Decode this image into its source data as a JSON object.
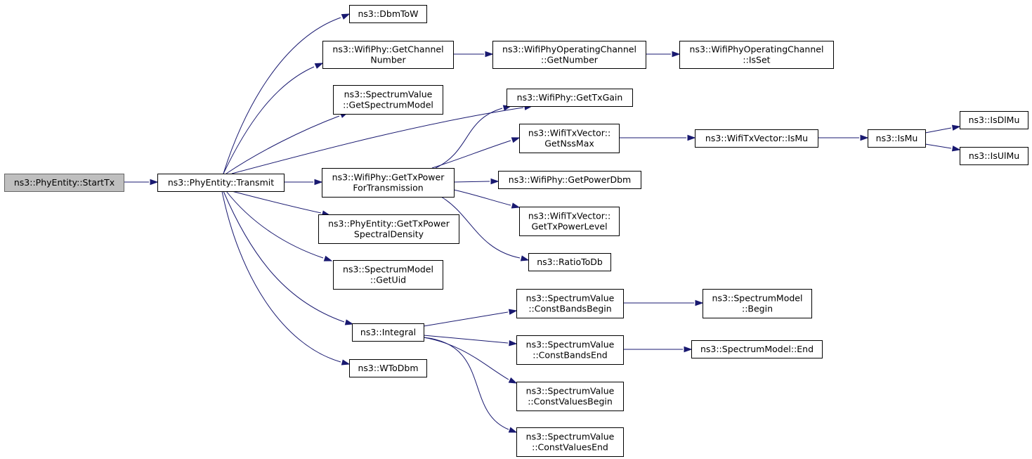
{
  "graph": {
    "title": "",
    "colors": {
      "edge": "#191970",
      "root_fill": "#bfbfbf",
      "node_fill": "#ffffff",
      "border": "#000000"
    },
    "nodes": [
      {
        "id": "starttx",
        "lines": [
          "ns3::PhyEntity::StartTx"
        ],
        "root": true
      },
      {
        "id": "transmit",
        "lines": [
          "ns3::PhyEntity::Transmit"
        ]
      },
      {
        "id": "dbmtow",
        "lines": [
          "ns3::DbmToW"
        ]
      },
      {
        "id": "getchannelnumber",
        "lines": [
          "ns3::WifiPhy::GetChannel",
          "Number"
        ]
      },
      {
        "id": "getnumber",
        "lines": [
          "ns3::WifiPhyOperatingChannel",
          "::GetNumber"
        ]
      },
      {
        "id": "isset",
        "lines": [
          "ns3::WifiPhyOperatingChannel",
          "::IsSet"
        ]
      },
      {
        "id": "getspectrummodel",
        "lines": [
          "ns3::SpectrumValue",
          "::GetSpectrumModel"
        ]
      },
      {
        "id": "gettxgain",
        "lines": [
          "ns3::WifiPhy::GetTxGain"
        ]
      },
      {
        "id": "getnssmax",
        "lines": [
          "ns3::WifiTxVector::",
          "GetNssMax"
        ]
      },
      {
        "id": "txvismu",
        "lines": [
          "ns3::WifiTxVector::IsMu"
        ]
      },
      {
        "id": "ismu",
        "lines": [
          "ns3::IsMu"
        ]
      },
      {
        "id": "isdlmu",
        "lines": [
          "ns3::IsDlMu"
        ]
      },
      {
        "id": "isulmu",
        "lines": [
          "ns3::IsUlMu"
        ]
      },
      {
        "id": "gettxpowerfortx",
        "lines": [
          "ns3::WifiPhy::GetTxPower",
          "ForTransmission"
        ]
      },
      {
        "id": "getpowerdbm",
        "lines": [
          "ns3::WifiPhy::GetPowerDbm"
        ]
      },
      {
        "id": "gettxpowerlevel",
        "lines": [
          "ns3::WifiTxVector::",
          "GetTxPowerLevel"
        ]
      },
      {
        "id": "ratiotodb",
        "lines": [
          "ns3::RatioToDb"
        ]
      },
      {
        "id": "gettxpowersd",
        "lines": [
          "ns3::PhyEntity::GetTxPower",
          "SpectralDensity"
        ]
      },
      {
        "id": "getuid",
        "lines": [
          "ns3::SpectrumModel",
          "::GetUid"
        ]
      },
      {
        "id": "integral",
        "lines": [
          "ns3::Integral"
        ]
      },
      {
        "id": "constbandsbegin",
        "lines": [
          "ns3::SpectrumValue",
          "::ConstBandsBegin"
        ]
      },
      {
        "id": "smbegin",
        "lines": [
          "ns3::SpectrumModel",
          "::Begin"
        ]
      },
      {
        "id": "constbandsend",
        "lines": [
          "ns3::SpectrumValue",
          "::ConstBandsEnd"
        ]
      },
      {
        "id": "smend",
        "lines": [
          "ns3::SpectrumModel::End"
        ]
      },
      {
        "id": "constvaluesbegin",
        "lines": [
          "ns3::SpectrumValue",
          "::ConstValuesBegin"
        ]
      },
      {
        "id": "constvaluesend",
        "lines": [
          "ns3::SpectrumValue",
          "::ConstValuesEnd"
        ]
      },
      {
        "id": "wtodbm",
        "lines": [
          "ns3::WToDbm"
        ]
      }
    ],
    "edges": [
      {
        "from": "starttx",
        "to": "transmit"
      },
      {
        "from": "transmit",
        "to": "dbmtow"
      },
      {
        "from": "transmit",
        "to": "getchannelnumber"
      },
      {
        "from": "transmit",
        "to": "getspectrummodel"
      },
      {
        "from": "transmit",
        "to": "gettxgain"
      },
      {
        "from": "transmit",
        "to": "gettxpowerfortx"
      },
      {
        "from": "transmit",
        "to": "gettxpowersd"
      },
      {
        "from": "transmit",
        "to": "getuid"
      },
      {
        "from": "transmit",
        "to": "integral"
      },
      {
        "from": "transmit",
        "to": "wtodbm"
      },
      {
        "from": "getchannelnumber",
        "to": "getnumber"
      },
      {
        "from": "getnumber",
        "to": "isset"
      },
      {
        "from": "gettxpowerfortx",
        "to": "gettxgain"
      },
      {
        "from": "gettxpowerfortx",
        "to": "getnssmax"
      },
      {
        "from": "gettxpowerfortx",
        "to": "getpowerdbm"
      },
      {
        "from": "gettxpowerfortx",
        "to": "gettxpowerlevel"
      },
      {
        "from": "gettxpowerfortx",
        "to": "ratiotodb"
      },
      {
        "from": "getnssmax",
        "to": "txvismu"
      },
      {
        "from": "txvismu",
        "to": "ismu"
      },
      {
        "from": "ismu",
        "to": "isdlmu"
      },
      {
        "from": "ismu",
        "to": "isulmu"
      },
      {
        "from": "integral",
        "to": "constbandsbegin"
      },
      {
        "from": "integral",
        "to": "constbandsend"
      },
      {
        "from": "integral",
        "to": "constvaluesbegin"
      },
      {
        "from": "integral",
        "to": "constvaluesend"
      },
      {
        "from": "constbandsbegin",
        "to": "smbegin"
      },
      {
        "from": "constbandsend",
        "to": "smend"
      }
    ]
  }
}
